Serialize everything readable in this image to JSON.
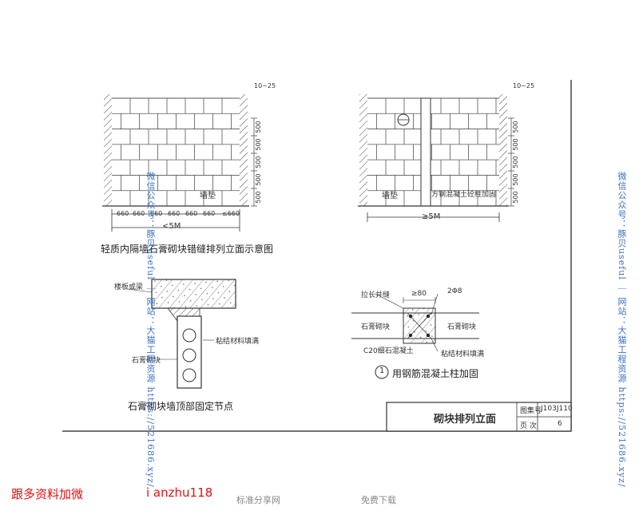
{
  "drawing": {
    "left_caption": "轻质内隔墙石膏砌块错缝排列立面示意图",
    "left_dims": [
      "660",
      "660",
      "660",
      "660",
      "660",
      "660",
      "≤660"
    ],
    "left_total": "<5M",
    "left_heights": [
      "500",
      "500",
      "500",
      "500",
      "500"
    ],
    "left_top_dim": "10~25",
    "left_callout": "墙垫",
    "right_total": "≥5M",
    "right_heights": [
      "500",
      "500",
      "500",
      "500",
      "500"
    ],
    "right_top_dim": "10~25",
    "right_callout1": "墙垫",
    "right_callout2": "方钢混凝土砼柱加固",
    "detail_left_caption": "石膏砌块墙顶部固定节点",
    "detail_left_labels": [
      "楼板或梁",
      "粘结材料填满",
      "石膏砌块"
    ],
    "detail_right_caption": "用钢筋混凝土柱加固",
    "detail_right_number": "1",
    "detail_right_labels": [
      "拉长并缝",
      "≥80",
      "2Φ8",
      "石膏砌块",
      "石膏砌块",
      "C20细石混凝土",
      "粘结材料填满"
    ]
  },
  "title_block": {
    "title": "砌块排列立面",
    "atlas_label": "图集号",
    "atlas_value": "J103J110",
    "page_label": "页  次",
    "page_value": "6"
  },
  "watermark": {
    "left_vertical": "微信公众号：豚贝useful ｜ 网站：大猫工程资源 https://521686.xyz/",
    "right_vertical": "微信公众号：豚贝useful ｜ 网站：大猫工程资源 https://521686.xyz/"
  },
  "footer": {
    "red_left": "跟多资料加微",
    "red_id": "i anzhu118",
    "grey_mid": "标准分享网",
    "grey_right": "免费下载"
  }
}
